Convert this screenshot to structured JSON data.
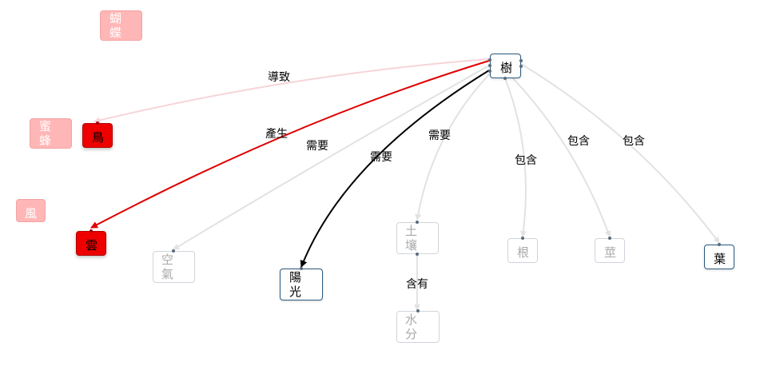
{
  "nodes": {
    "tree": "樹",
    "butterfly": "蝴蝶",
    "bee": "蜜蜂",
    "bird": "鳥",
    "wind": "風",
    "cloud": "雲",
    "air": "空氣",
    "sunlight": "陽光",
    "soil": "土壤",
    "water": "水分",
    "root": "根",
    "stem": "莖",
    "leaf": "葉"
  },
  "edges": {
    "cause": "導致",
    "produce": "產生",
    "need_air": "需要",
    "need_sun": "需要",
    "need_soil": "需要",
    "contain": "含有",
    "include_root": "包含",
    "include_stem": "包含",
    "include_leaf": "包含"
  },
  "colors": {
    "active_edge": "#000000",
    "highlight_edge": "#e00000",
    "faded_edge": "#e2e2e2",
    "faded_pink_edge": "#f6d4d8",
    "highlight_node": "#ee0000",
    "faded_pink_node": "#ffb6b6",
    "active_border": "#2a5a80"
  }
}
